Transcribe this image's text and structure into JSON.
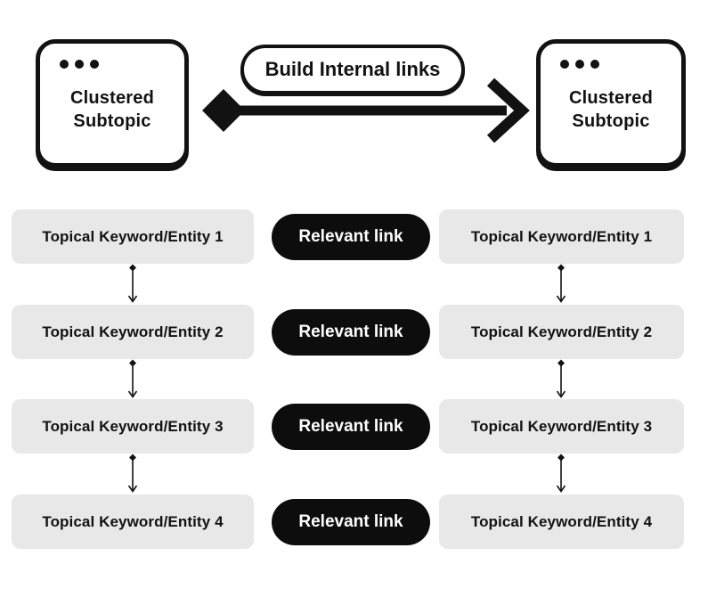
{
  "colors": {
    "ink": "#121212",
    "keyword_box_bg": "#e8e8e8",
    "link_pill_bg": "#0d0d0d",
    "link_pill_text": "#ffffff",
    "background": "#ffffff"
  },
  "top": {
    "left_cluster_label": "Clustered Subtopic",
    "right_cluster_label": "Clustered Subtopic",
    "arrow_label": "Build Internal links"
  },
  "columns": {
    "link_label": "Relevant link",
    "left_items": [
      "Topical Keyword/Entity 1",
      "Topical Keyword/Entity 2",
      "Topical Keyword/Entity 3",
      "Topical Keyword/Entity 4"
    ],
    "right_items": [
      "Topical Keyword/Entity 1",
      "Topical Keyword/Entity 2",
      "Topical Keyword/Entity 3",
      "Topical Keyword/Entity 4"
    ]
  }
}
